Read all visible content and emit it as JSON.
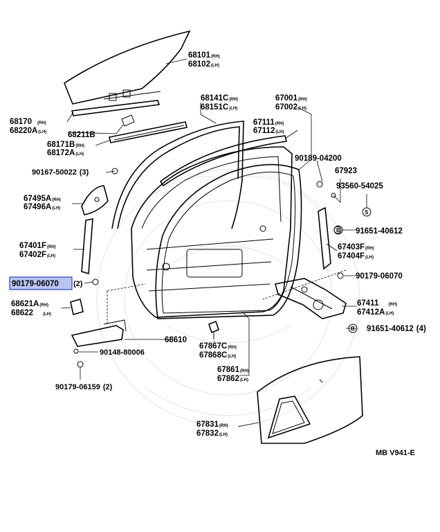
{
  "diagram_code": "MB V941-E",
  "highlight_color": "#b9c4f2",
  "highlight_border": "#2b3fb4",
  "callouts": [
    {
      "id": "c1",
      "part": "68101",
      "suffix": "(RH)"
    },
    {
      "id": "c2",
      "part": "68102",
      "suffix": "(LH)"
    },
    {
      "id": "c3",
      "part": "68141C",
      "suffix": "(RH)"
    },
    {
      "id": "c4",
      "part": "68151C",
      "suffix": "(LH)"
    },
    {
      "id": "c5",
      "part": "67001",
      "suffix": "(RH)"
    },
    {
      "id": "c6",
      "part": "67002",
      "suffix": "(LH)"
    },
    {
      "id": "c7",
      "part": "68170",
      "suffix": "(RH)"
    },
    {
      "id": "c8",
      "part": "68220A",
      "suffix": "(LH)"
    },
    {
      "id": "c9",
      "part": "68211B",
      "suffix": ""
    },
    {
      "id": "c10",
      "part": "67111",
      "suffix": "(RH)"
    },
    {
      "id": "c11",
      "part": "67112",
      "suffix": "(LH)"
    },
    {
      "id": "c12",
      "part": "68171B",
      "suffix": "(RH)"
    },
    {
      "id": "c13",
      "part": "68172A",
      "suffix": "(LH)"
    },
    {
      "id": "c14",
      "part": "90189-04200",
      "suffix": ""
    },
    {
      "id": "c15",
      "part": "90167-50022",
      "suffix": "(3)"
    },
    {
      "id": "c16",
      "part": "67923",
      "suffix": ""
    },
    {
      "id": "c17",
      "part": "93560-54025",
      "suffix": ""
    },
    {
      "id": "c18",
      "part": "67495A",
      "suffix": "(RH)"
    },
    {
      "id": "c19",
      "part": "67496A",
      "suffix": "(LH)"
    },
    {
      "id": "c20",
      "part": "91651-40612",
      "suffix": ""
    },
    {
      "id": "c21",
      "part": "67401F",
      "suffix": "(RH)"
    },
    {
      "id": "c22",
      "part": "67402F",
      "suffix": "(LH)"
    },
    {
      "id": "c23",
      "part": "67403F",
      "suffix": "(RH)"
    },
    {
      "id": "c24",
      "part": "67404F",
      "suffix": "(LH)"
    },
    {
      "id": "c25",
      "part": "90179-06070",
      "suffix": "(2)"
    },
    {
      "id": "c26",
      "part": "90179-06070",
      "suffix": ""
    },
    {
      "id": "c27",
      "part": "68621A",
      "suffix": "(RH)"
    },
    {
      "id": "c28",
      "part": "68622",
      "suffix": "(LH)"
    },
    {
      "id": "c29",
      "part": "67411",
      "suffix": "(RH)"
    },
    {
      "id": "c30",
      "part": "67412A",
      "suffix": "(LH)"
    },
    {
      "id": "c31",
      "part": "68610",
      "suffix": ""
    },
    {
      "id": "c32",
      "part": "91651-40612",
      "suffix": "(4)"
    },
    {
      "id": "c33",
      "part": "90148-80006",
      "suffix": ""
    },
    {
      "id": "c34",
      "part": "67867C",
      "suffix": "(RH)"
    },
    {
      "id": "c35",
      "part": "67868C",
      "suffix": "(LH)"
    },
    {
      "id": "c36",
      "part": "67861",
      "suffix": "(RH)"
    },
    {
      "id": "c37",
      "part": "67862",
      "suffix": "(LH)"
    },
    {
      "id": "c38",
      "part": "90179-06159",
      "suffix": "(2)"
    },
    {
      "id": "c39",
      "part": "67831",
      "suffix": "(RH)"
    },
    {
      "id": "c40",
      "part": "67832",
      "suffix": "(LH)"
    }
  ]
}
